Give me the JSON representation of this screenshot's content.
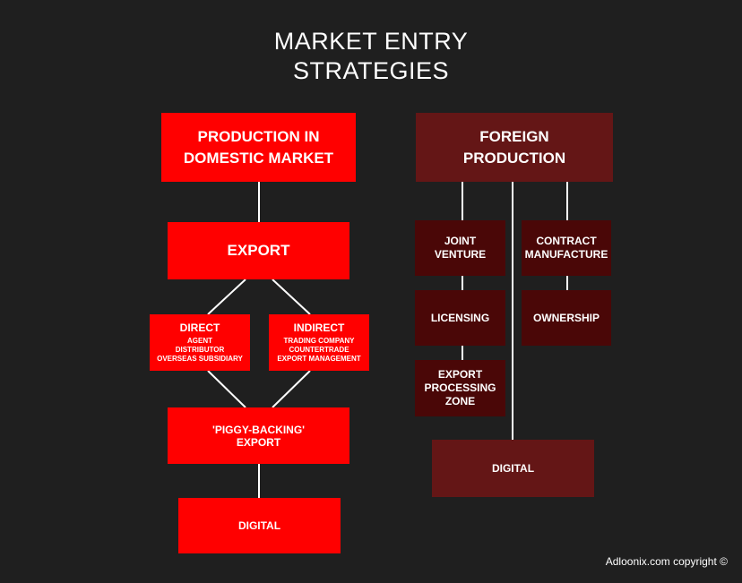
{
  "title": [
    "MARKET ENTRY",
    "STRATEGIES"
  ],
  "left": {
    "header": [
      "PRODUCTION IN",
      "DOMESTIC MARKET"
    ],
    "export": "EXPORT",
    "direct": {
      "heading": "DIRECT",
      "items": [
        "AGENT",
        "DISTRIBUTOR",
        "OVERSEAS SUBSIDIARY"
      ]
    },
    "indirect": {
      "heading": "INDIRECT",
      "items": [
        "TRADING COMPANY",
        "COUNTERTRADE",
        "EXPORT MANAGEMENT"
      ]
    },
    "piggyback": [
      "'PIGGY-BACKING'",
      "EXPORT"
    ],
    "digital": "DIGITAL"
  },
  "right": {
    "header": [
      "FOREIGN",
      "PRODUCTION"
    ],
    "joint_venture": [
      "JOINT",
      "VENTURE"
    ],
    "licensing": "LICENSING",
    "export_processing": [
      "EXPORT",
      "PROCESSING",
      "ZONE"
    ],
    "contract_manufacture": [
      "CONTRACT",
      "MANUFACTURE"
    ],
    "ownership": "OWNERSHIP",
    "digital": "DIGITAL"
  },
  "copyright": "Adloonix.com copyright ©",
  "colors": {
    "background": "#1f1f1f",
    "red": "#ff0000",
    "maroon": "#641616",
    "dark": "#4a0707",
    "connector": "#ffffff"
  }
}
